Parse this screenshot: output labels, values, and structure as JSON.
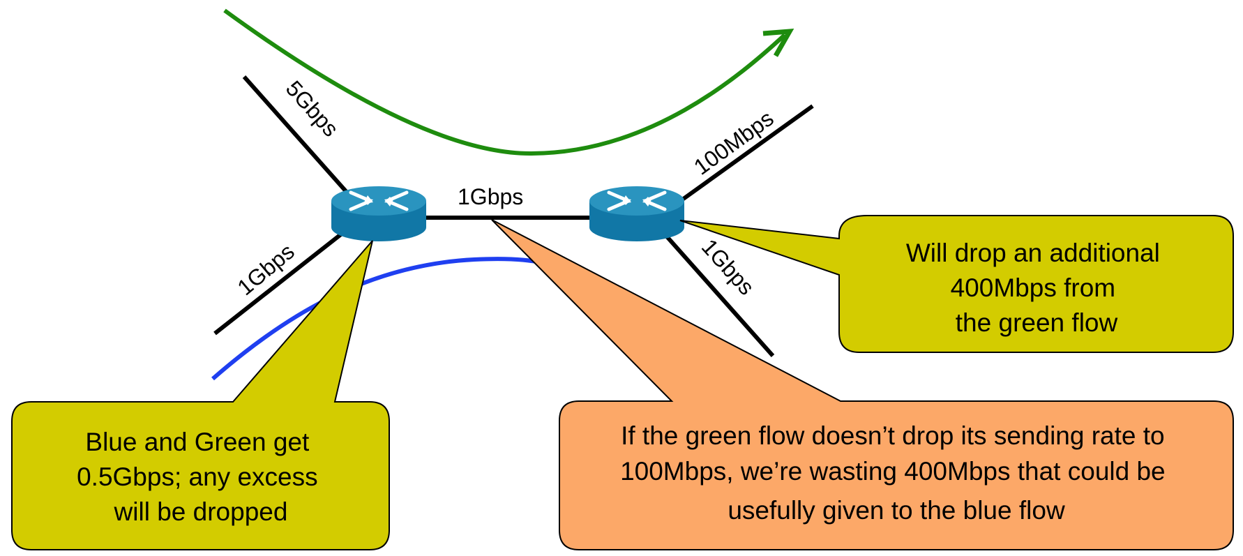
{
  "colors": {
    "green_flow": "#1e8c0e",
    "blue_flow": "#1f3ff0",
    "router_top": "#2a94bf",
    "router_side": "#1177a6",
    "callout_yellow": "#d3cc00",
    "callout_orange": "#fca868",
    "link": "#000000"
  },
  "links": {
    "top_left": "5Gbps",
    "bottom_left": "1Gbps",
    "middle": "1Gbps",
    "top_right": "100Mbps",
    "bottom_right": "1Gbps"
  },
  "callouts": {
    "left": [
      "Blue and Green get",
      "0.5Gbps; any excess",
      "will be dropped"
    ],
    "middle": [
      "If the green flow doesn’t drop its sending rate to",
      "100Mbps, we’re wasting 400Mbps that could be",
      "usefully given to the blue flow"
    ],
    "right": [
      "Will drop an additional",
      "400Mbps from",
      "the green flow"
    ]
  }
}
